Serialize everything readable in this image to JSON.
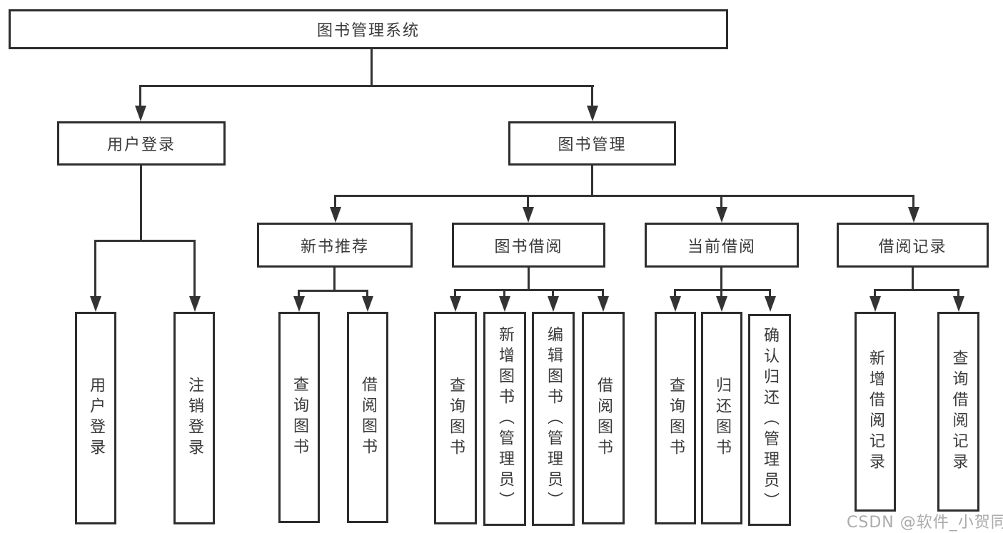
{
  "diagram": {
    "title": "图书管理系统",
    "root": {
      "label": "图书管理系统"
    },
    "level1": [
      {
        "label": "用户登录"
      },
      {
        "label": "图书管理"
      }
    ],
    "level2": [
      {
        "label": "新书推荐"
      },
      {
        "label": "图书借阅"
      },
      {
        "label": "当前借阅"
      },
      {
        "label": "借阅记录"
      }
    ],
    "leaves": {
      "user_login": [
        "用户登录",
        "注销登录"
      ],
      "new_books": [
        "查询图书",
        "借阅图书"
      ],
      "book_borrow": [
        "查询图书",
        "新增图书（管理员）",
        "编辑图书（管理员）",
        "借阅图书"
      ],
      "current_borrow": [
        "查询图书",
        "归还图书",
        "确认归还（管理员）"
      ],
      "borrow_records": [
        "新增借阅记录",
        "查询借阅记录"
      ]
    }
  },
  "watermark": {
    "text": "CSDN @软件_小贺同学"
  },
  "colors": {
    "border": "#2d2d2d",
    "line": "#333333",
    "text": "#3a3a3a",
    "watermark": "#ababab",
    "background": "#ffffff"
  }
}
